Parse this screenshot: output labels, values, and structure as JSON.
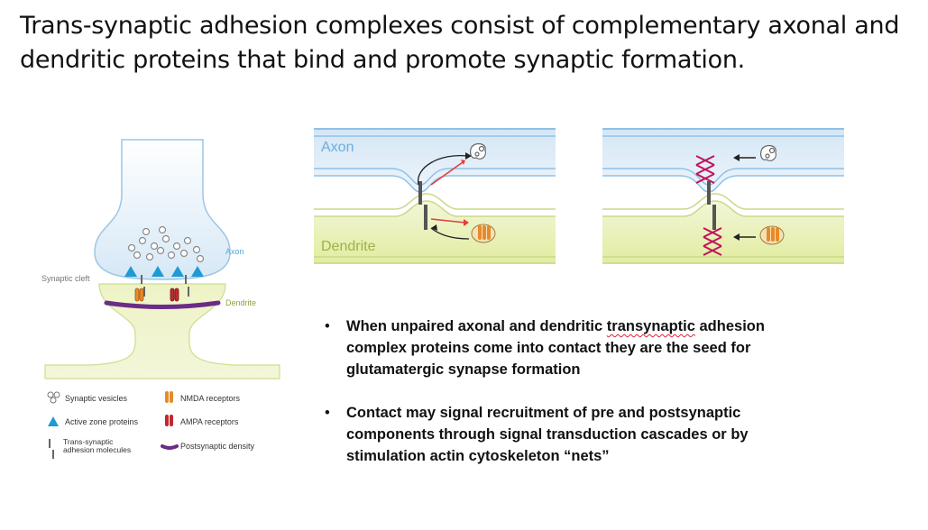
{
  "slide": {
    "title": "Trans-synaptic adhesion complexes consist of complementary axonal and dendritic proteins that bind and promote synaptic formation."
  },
  "synapse_figure": {
    "axon_label": "Axon",
    "dendrite_label": "Dendrite",
    "cleft_label": "Synaptic cleft",
    "legend": [
      {
        "id": "vesicles",
        "label": "Synaptic vesicles",
        "icon": "vesicle-cluster-icon"
      },
      {
        "id": "active_zone",
        "label": "Active zone proteins",
        "icon": "blue-triangle-icon"
      },
      {
        "id": "adhesion",
        "label": "Trans-synaptic adhesion molecules",
        "icon": "adhesion-bar-icon"
      },
      {
        "id": "nmda",
        "label": "NMDA receptors",
        "icon": "orange-receptor-icon"
      },
      {
        "id": "ampa",
        "label": "AMPA receptors",
        "icon": "red-receptor-icon"
      },
      {
        "id": "psd",
        "label": "Postsynaptic density",
        "icon": "purple-line-icon"
      }
    ]
  },
  "panels": {
    "axon_label": "Axon",
    "dendrite_label": "Dendrite"
  },
  "bullets": [
    {
      "before": "When unpaired axonal and dendritic ",
      "flagged": "transynaptic",
      "after": " adhesion complex proteins come into contact they are the seed for glutamatergic synapse formation"
    },
    {
      "before": "Contact may signal recruitment of pre and postsynaptic components through signal transduction cascades or by stimulation actin cytoskeleton “nets”",
      "flagged": "",
      "after": ""
    }
  ],
  "colors": {
    "axon_fill": "#dceaf6",
    "axon_line": "#8fc1e8",
    "dendrite_fill": "#e8efb4",
    "dendrite_line": "#c9d98a",
    "active_zone": "#1e9ad6",
    "nmda": "#e88a2a",
    "ampa": "#c0282d",
    "psd": "#6a2c86",
    "actin_net": "#c0135c"
  }
}
